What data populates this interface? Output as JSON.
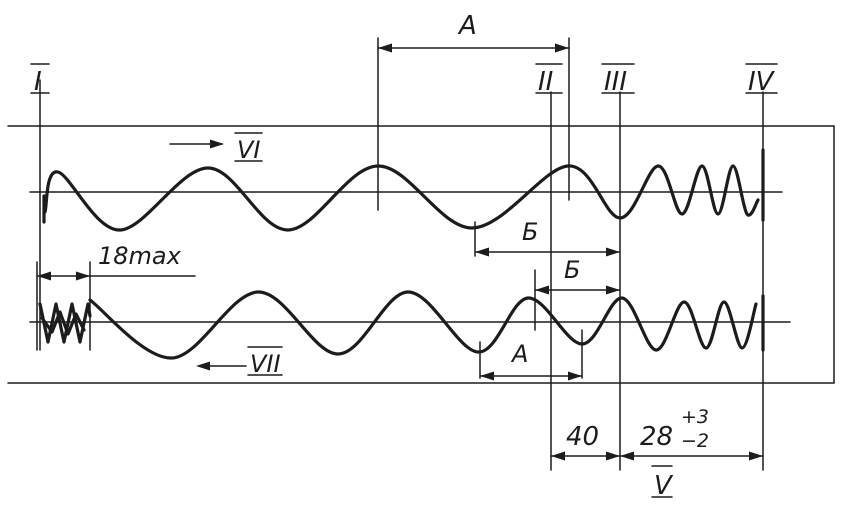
{
  "diagram": {
    "markers": {
      "m1": "I",
      "m2": "II",
      "m3": "III",
      "m4": "IV",
      "m5": "V",
      "m6": "VI",
      "m7": "VII"
    },
    "dimensions": {
      "a_top": "А",
      "b_top": "Б",
      "b_bottom": "Б",
      "a_bottom": "А",
      "max_label": "18max",
      "forty": "40",
      "tol_base": "28",
      "tol_upper": "+3",
      "tol_lower": "−2"
    }
  }
}
